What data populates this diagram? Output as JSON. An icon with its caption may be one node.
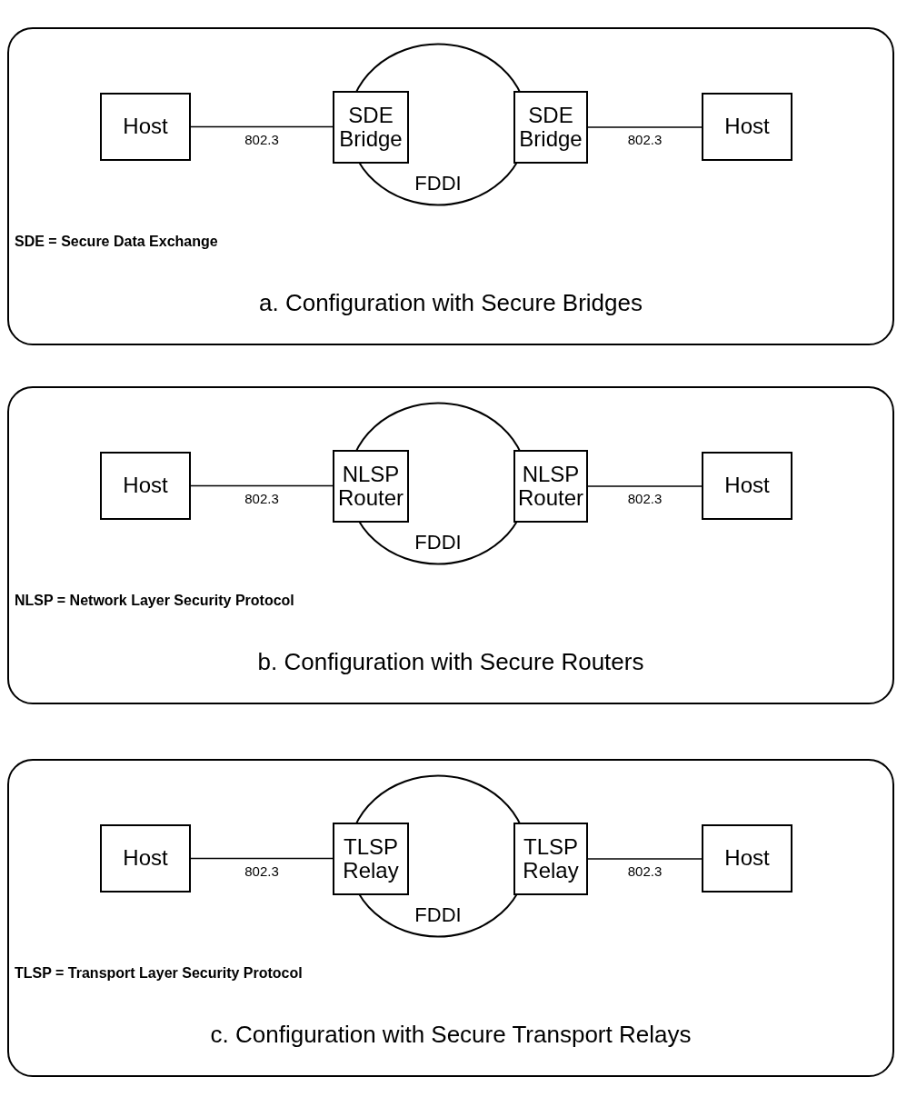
{
  "diagram": {
    "nodes": [
      {
        "text": [
          "SDE = Secure Data Exchange",
          "a. Configuration with Secure Bridges"
        ]
      },
      {
        "text": [
          "Host"
        ],
        "in": 0
      },
      {
        "text": [
          "FDDI"
        ],
        "in": 0
      },
      {
        "text": [
          "SDE Bridge"
        ],
        "in": 0
      },
      {
        "text": [
          "SDE Bridge"
        ],
        "in": 0
      },
      {
        "text": [
          "Host"
        ],
        "in": 0
      },
      {
        "text": [
          "NLSP = Network Layer Security Protocol",
          "b. Configuration with Secure Routers"
        ]
      },
      {
        "text": [
          "Host"
        ],
        "in": 6
      },
      {
        "text": [
          "FDDI"
        ],
        "in": 6
      },
      {
        "text": [
          "NLSP Router"
        ],
        "in": 6
      },
      {
        "text": [
          "NLSP Router"
        ],
        "in": 6
      },
      {
        "text": [
          "Host"
        ],
        "in": 6
      },
      {
        "text": [
          "TLSP = Transport Layer Security Protocol",
          "c. Configuration with Secure Transport Relays"
        ]
      },
      {
        "text": [
          "Host"
        ],
        "in": 12
      },
      {
        "text": [
          "FDDI"
        ],
        "in": 12
      },
      {
        "text": [
          "TLSP Relay"
        ],
        "in": 12
      },
      {
        "text": [
          "TLSP Relay"
        ],
        "in": 12
      },
      {
        "text": [
          "Host"
        ],
        "in": 12
      }
    ],
    "edges": [
      {
        "from": 1,
        "to": 3,
        "arrow": "none",
        "label": "802.3"
      },
      {
        "from": 4,
        "to": 5,
        "arrow": "none",
        "label": "802.3"
      },
      {
        "from": 7,
        "to": 9,
        "arrow": "none",
        "label": "802.3"
      },
      {
        "from": 10,
        "to": 11,
        "arrow": "none",
        "label": "802.3"
      },
      {
        "from": 13,
        "to": 15,
        "arrow": "none",
        "label": "802.3"
      },
      {
        "from": 16,
        "to": 17,
        "arrow": "none",
        "label": "802.3"
      }
    ]
  }
}
